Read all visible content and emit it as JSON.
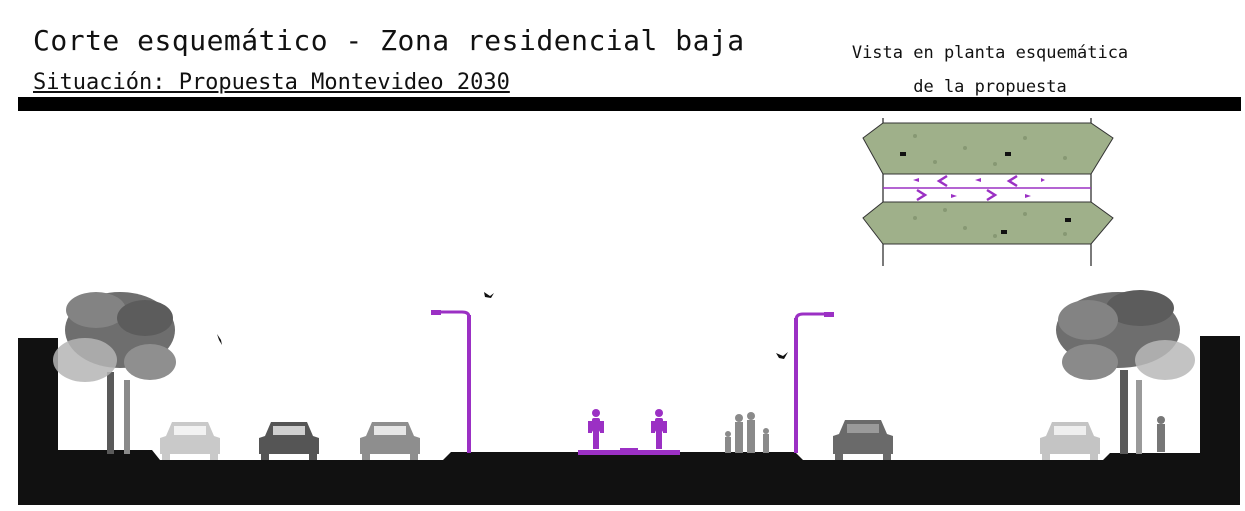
{
  "header": {
    "title": "Corte esquemático - Zona residencial baja",
    "subtitle": "Situación: Propuesta Montevideo 2030"
  },
  "plan_view": {
    "label_line1": "Vista en planta esquemática",
    "label_line2": "de la propuesta"
  },
  "colors": {
    "accent_purple": "#9b30c4",
    "ground_black": "#111111",
    "tree_gray": "#6b6b6b",
    "green_strip": "#9fb08a"
  },
  "icons": [
    "tree-icon",
    "car-icon",
    "street-lamp-icon",
    "cyclist-icon",
    "pedestrian-family-icon",
    "bird-icon",
    "direction-arrow-icon"
  ]
}
